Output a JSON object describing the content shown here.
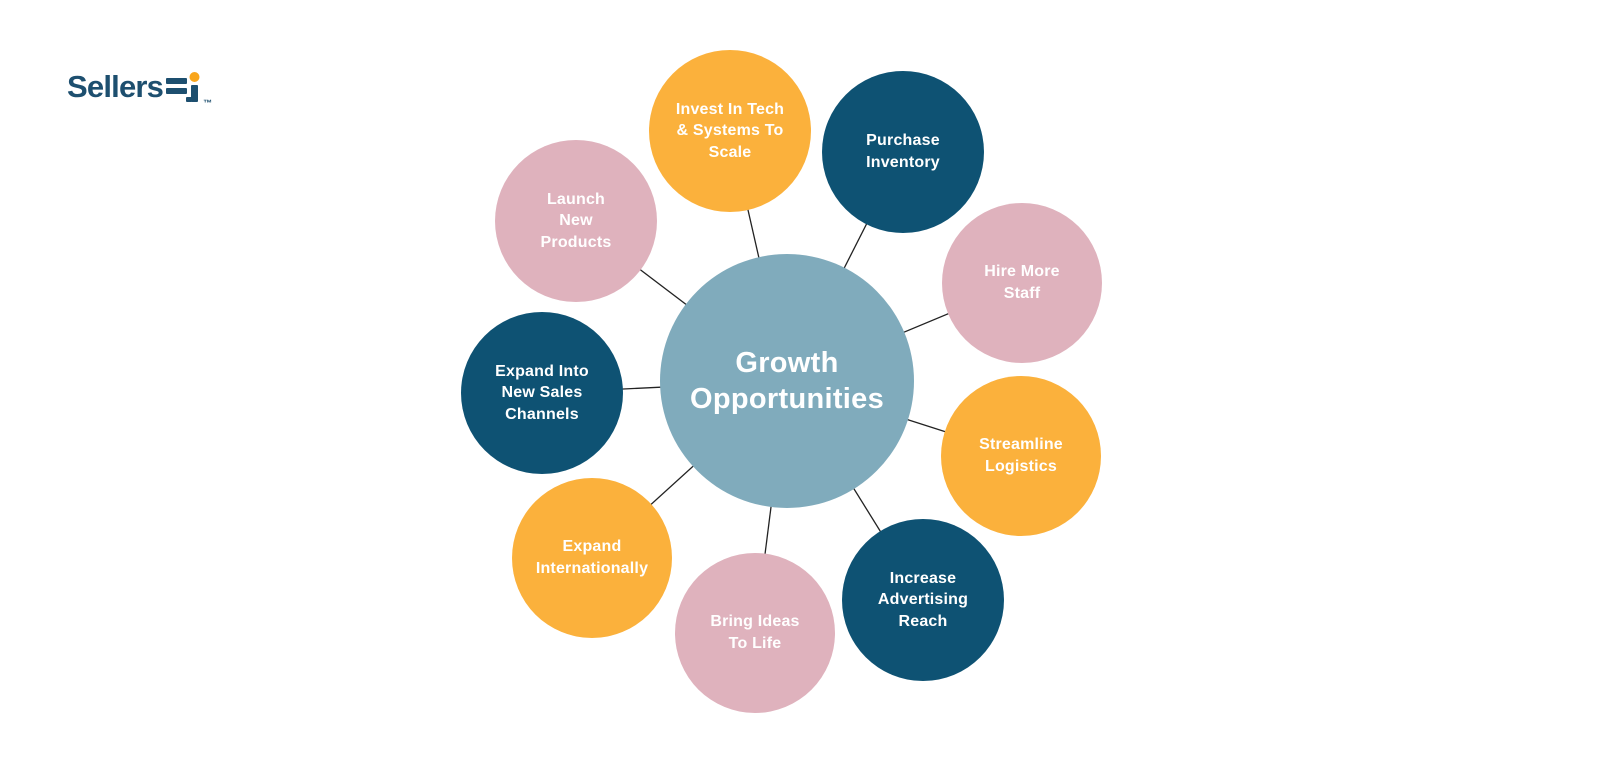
{
  "brand": {
    "wordmark": "Sellers",
    "suffix_glyph": "Fi",
    "trademark": "™",
    "navy": "#1D4F6F",
    "orange_dot": "#F9A51B"
  },
  "hub": {
    "label": "Growth\nOpportunities",
    "fill": "#80ABBC",
    "text_color": "#FFFFFF"
  },
  "nodes": [
    {
      "id": "invest-in-tech",
      "label": "Invest In Tech\n& Systems To\nScale",
      "fill": "#FBB13C"
    },
    {
      "id": "purchase-inventory",
      "label": "Purchase\nInventory",
      "fill": "#0E5273"
    },
    {
      "id": "hire-more-staff",
      "label": "Hire More\nStaff",
      "fill": "#DFB2BD"
    },
    {
      "id": "streamline-logistics",
      "label": "Streamline\nLogistics",
      "fill": "#FBB13C"
    },
    {
      "id": "increase-advertising",
      "label": "Increase\nAdvertising\nReach",
      "fill": "#0E5273"
    },
    {
      "id": "bring-ideas-to-life",
      "label": "Bring Ideas\nTo Life",
      "fill": "#DFB2BD"
    },
    {
      "id": "expand-internationally",
      "label": "Expand\nInternationally",
      "fill": "#FBB13C"
    },
    {
      "id": "expand-sales-channels",
      "label": "Expand Into\nNew Sales\nChannels",
      "fill": "#0E5273"
    },
    {
      "id": "launch-new-products",
      "label": "Launch\nNew\nProducts",
      "fill": "#DFB2BD"
    }
  ],
  "connector_color": "#222222",
  "background": "#FFFFFF"
}
